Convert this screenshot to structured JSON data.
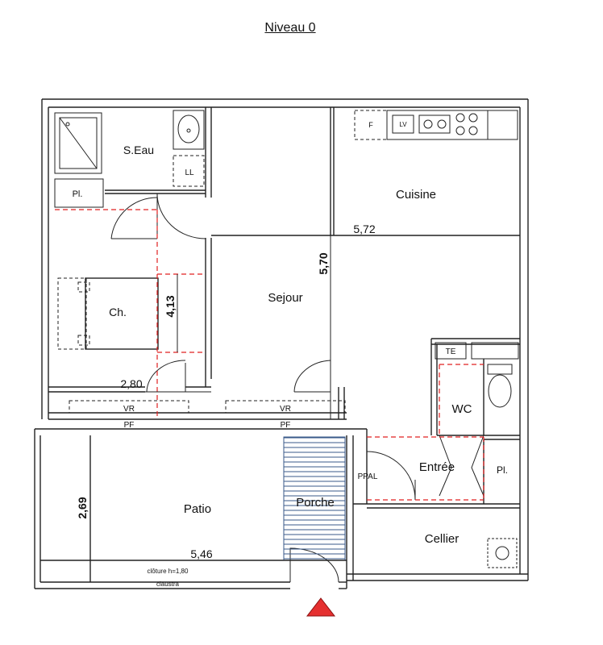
{
  "title": "Niveau 0",
  "rooms": {
    "seau": "S.Eau",
    "ll": "LL",
    "pl1": "Pl.",
    "ch": "Ch.",
    "cuisine": "Cuisine",
    "sejour": "Sejour",
    "wc": "WC",
    "te": "TE",
    "entree": "Entrée",
    "pl2": "Pl.",
    "cellier": "Cellier",
    "patio": "Patio",
    "porche": "Porche",
    "ppal": "PPAL"
  },
  "appliances": {
    "fridge": "F",
    "dishwasher": "LV"
  },
  "dimensions": {
    "d572": "5,72",
    "d570": "5,70",
    "d413": "4,13",
    "d280": "2,80",
    "d269": "2,69",
    "d546": "5,46"
  },
  "window_labels": {
    "vr1": "VR",
    "pf1": "PF",
    "vr2": "VR",
    "pf2": "PF"
  },
  "notes": {
    "cloture": "clôture h=1,80",
    "claustra": "claustra"
  },
  "colors": {
    "wall": "#222222",
    "red_dash": "#e02020",
    "north_arrow": "#e53030",
    "hatch": "#3a5a8a"
  }
}
